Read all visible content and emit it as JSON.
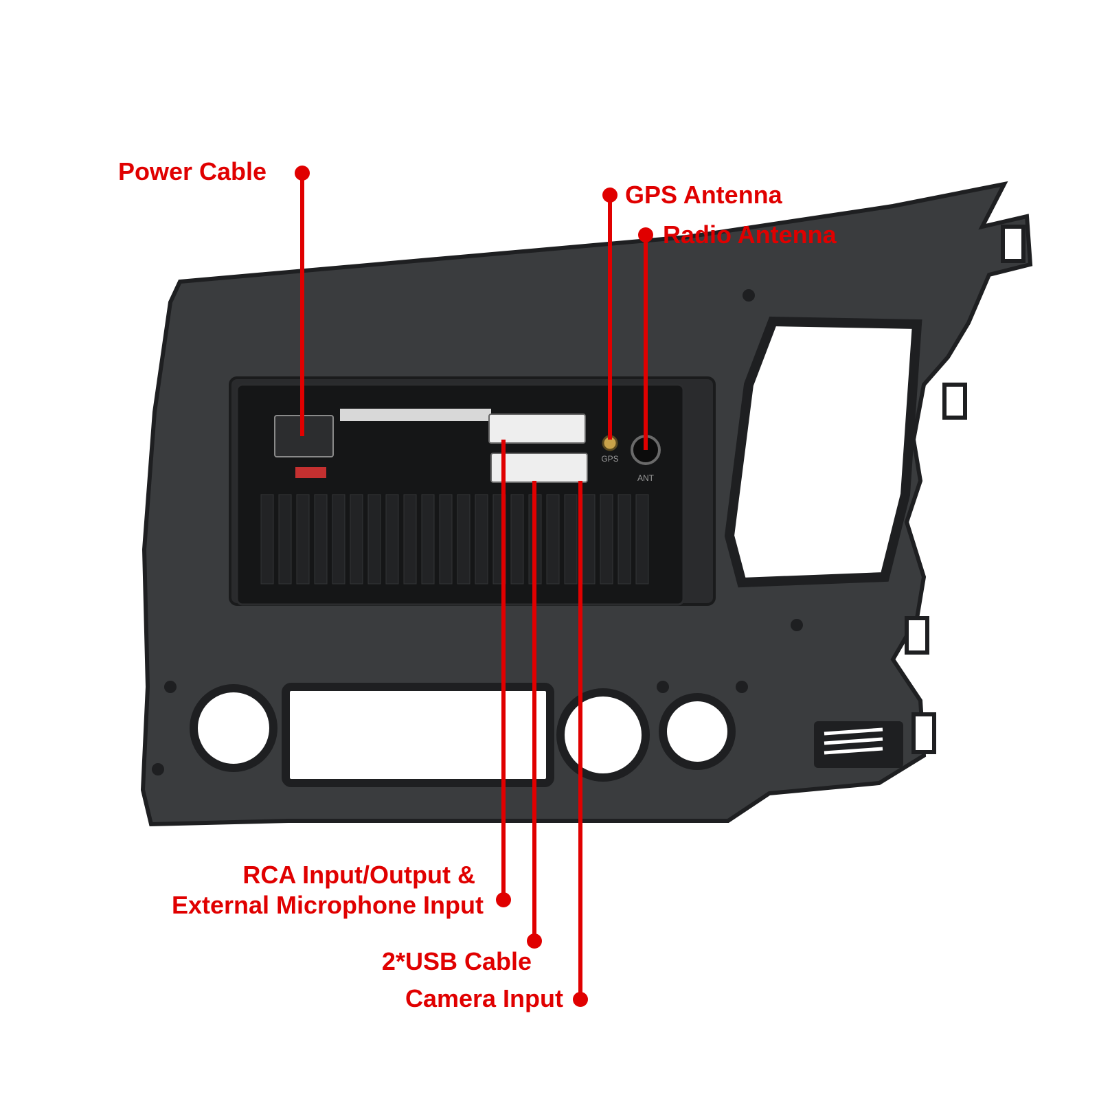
{
  "colors": {
    "callout": "#e00000",
    "panel": "#3a3c3e",
    "panel_dark": "#1e1f21",
    "unit": "#151617",
    "connector": "#eeeeee",
    "background": "#ffffff"
  },
  "unit": {
    "port_labels": {
      "gps": "GPS",
      "ant": "ANT"
    }
  },
  "callouts": {
    "power_cable": "Power Cable",
    "gps_antenna": "GPS Antenna",
    "radio_antenna": "Radio Antenna",
    "rca_line1": "RCA Input/Output &",
    "rca_line2": "External Microphone Input",
    "usb_cable": "2*USB Cable",
    "camera_input": "Camera Input"
  }
}
